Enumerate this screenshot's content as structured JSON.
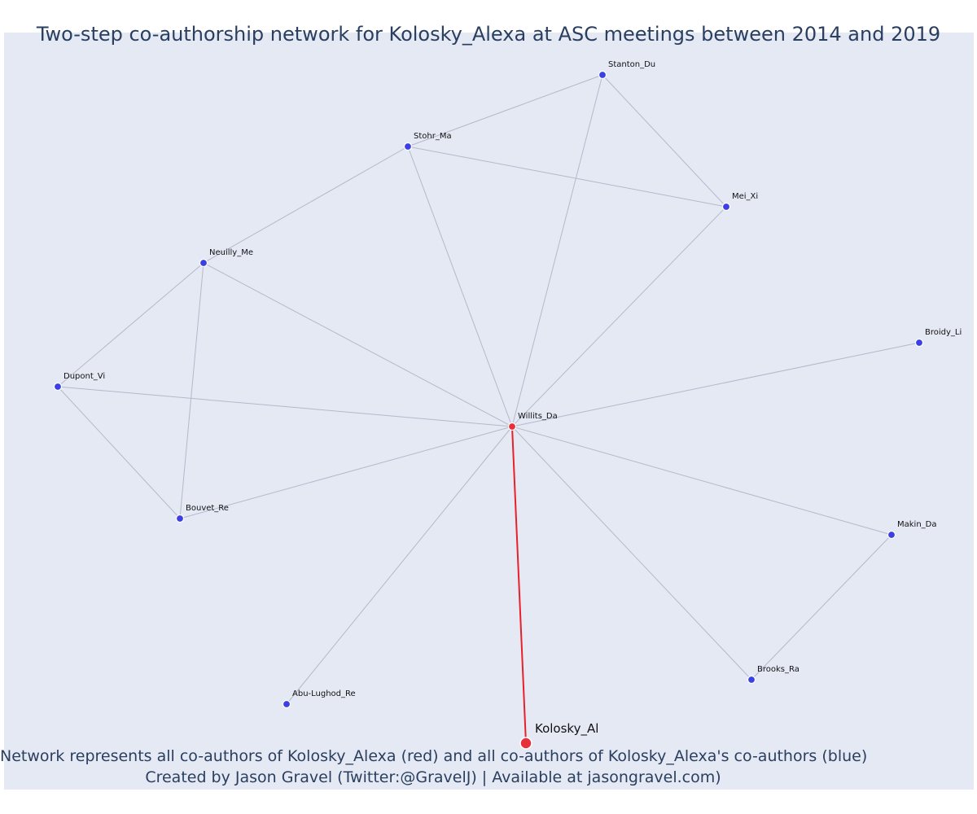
{
  "title": "Two-step co-authorship network for Kolosky_Alexa at ASC meetings between 2014 and 2019",
  "caption": {
    "line1": "Network represents all co-authors of Kolosky_Alexa (red) and all co-authors of Kolosky_Alexa's co-authors (blue)",
    "line2": "Created by Jason Gravel (Twitter:@GravelJ) | Available at jasongravel.com)"
  },
  "colors": {
    "background": "#e5e9f4",
    "edge": "#b4b8cc",
    "focal_edge": "#e8202a",
    "red_node": "#e8303a",
    "blue_node": "#3c3fe3",
    "text": "#2a3f5f"
  },
  "network": {
    "nodes": [
      {
        "id": "Kolosky_Al",
        "label": "Kolosky_Al",
        "group": "focal"
      },
      {
        "id": "Willits_Da",
        "label": "Willits_Da",
        "group": "co-author"
      },
      {
        "id": "Stanton_Du",
        "label": "Stanton_Du",
        "group": "co-author-of-co-author"
      },
      {
        "id": "Stohr_Ma",
        "label": "Stohr_Ma",
        "group": "co-author-of-co-author"
      },
      {
        "id": "Mei_Xi",
        "label": "Mei_Xi",
        "group": "co-author-of-co-author"
      },
      {
        "id": "Neuilly_Me",
        "label": "Neuilly_Me",
        "group": "co-author-of-co-author"
      },
      {
        "id": "Dupont_Vi",
        "label": "Dupont_Vi",
        "group": "co-author-of-co-author"
      },
      {
        "id": "Bouvet_Re",
        "label": "Bouvet_Re",
        "group": "co-author-of-co-author"
      },
      {
        "id": "Broidy_Li",
        "label": "Broidy_Li",
        "group": "co-author-of-co-author"
      },
      {
        "id": "Makin_Da",
        "label": "Makin_Da",
        "group": "co-author-of-co-author"
      },
      {
        "id": "Brooks_Ra",
        "label": "Brooks_Ra",
        "group": "co-author-of-co-author"
      },
      {
        "id": "Abu-Lughod_Re",
        "label": "Abu-Lughod_Re",
        "group": "co-author-of-co-author"
      }
    ],
    "edges": [
      {
        "source": "Kolosky_Al",
        "target": "Willits_Da",
        "focal": true
      },
      {
        "source": "Willits_Da",
        "target": "Stanton_Du"
      },
      {
        "source": "Willits_Da",
        "target": "Stohr_Ma"
      },
      {
        "source": "Willits_Da",
        "target": "Mei_Xi"
      },
      {
        "source": "Willits_Da",
        "target": "Neuilly_Me"
      },
      {
        "source": "Willits_Da",
        "target": "Dupont_Vi"
      },
      {
        "source": "Willits_Da",
        "target": "Bouvet_Re"
      },
      {
        "source": "Willits_Da",
        "target": "Broidy_Li"
      },
      {
        "source": "Willits_Da",
        "target": "Makin_Da"
      },
      {
        "source": "Willits_Da",
        "target": "Brooks_Ra"
      },
      {
        "source": "Willits_Da",
        "target": "Abu-Lughod_Re"
      },
      {
        "source": "Stanton_Du",
        "target": "Stohr_Ma"
      },
      {
        "source": "Stanton_Du",
        "target": "Mei_Xi"
      },
      {
        "source": "Stohr_Ma",
        "target": "Mei_Xi"
      },
      {
        "source": "Stohr_Ma",
        "target": "Neuilly_Me"
      },
      {
        "source": "Neuilly_Me",
        "target": "Dupont_Vi"
      },
      {
        "source": "Neuilly_Me",
        "target": "Bouvet_Re"
      },
      {
        "source": "Dupont_Vi",
        "target": "Bouvet_Re"
      },
      {
        "source": "Makin_Da",
        "target": "Brooks_Ra"
      }
    ]
  }
}
